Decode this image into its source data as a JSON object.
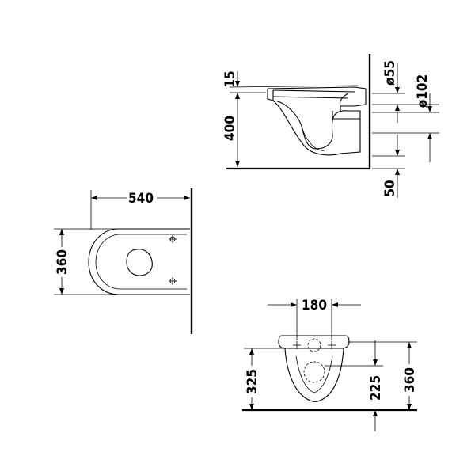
{
  "dimensions": {
    "side_view": {
      "seat_height_offset": "15",
      "height": "400",
      "drain_diameter": "ø55",
      "inlet_diameter": "ø102",
      "bottom_offset": "50"
    },
    "top_view": {
      "length": "540",
      "width": "360"
    },
    "front_view": {
      "fixing_spacing": "180",
      "height_left": "325",
      "outlet_height": "225",
      "height_right": "360"
    }
  }
}
